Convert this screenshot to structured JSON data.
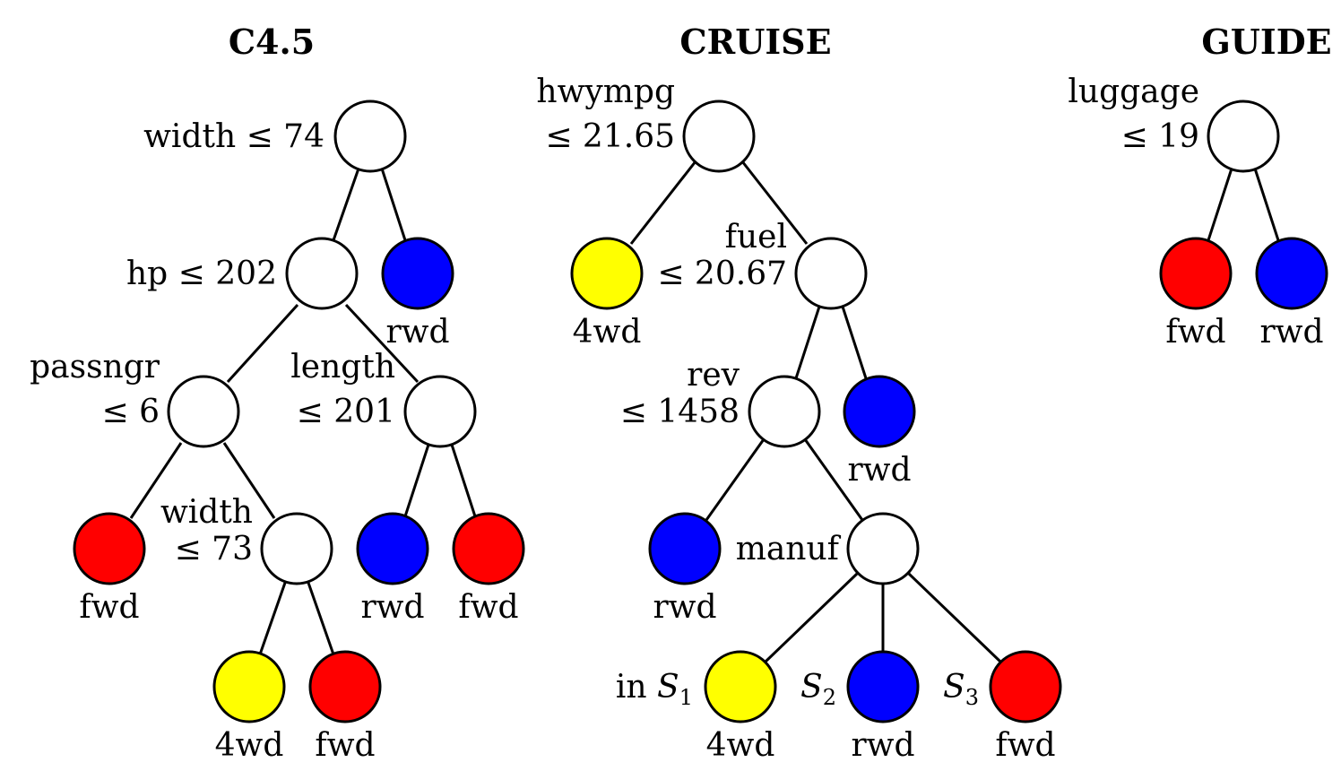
{
  "colors": {
    "fwd": "#ff0000",
    "rwd": "#0000ff",
    "4wd": "#ffff00",
    "split": "#ffffff"
  },
  "trees": {
    "c45": {
      "title": "C4.5",
      "splits": {
        "root": {
          "line1": "width ≤ 74"
        },
        "hp": {
          "line1": "hp ≤ 202"
        },
        "passngr": {
          "line1": "passngr",
          "line2": "≤ 6"
        },
        "length": {
          "line1": "length",
          "line2": "≤ 201"
        },
        "width73": {
          "line1": "width",
          "line2": "≤ 73"
        }
      },
      "leaves": [
        "rwd",
        "fwd",
        "rwd",
        "fwd",
        "4wd",
        "fwd"
      ]
    },
    "cruise": {
      "title": "CRUISE",
      "splits": {
        "root": {
          "line1": "hwympg",
          "line2": "≤ 21.65"
        },
        "fuel": {
          "line1": "fuel",
          "line2": "≤ 20.67"
        },
        "rev": {
          "line1": "rev",
          "line2": "≤ 1458"
        },
        "manuf": {
          "line1": "manuf"
        }
      },
      "leaves": [
        "4wd",
        "rwd",
        "rwd",
        "4wd",
        "rwd",
        "fwd"
      ],
      "set_labels": {
        "s1_prefix": "in ",
        "s1": "S",
        "s1_sub": "1",
        "s2": "S",
        "s2_sub": "2",
        "s3": "S",
        "s3_sub": "3"
      }
    },
    "guide": {
      "title": "GUIDE",
      "splits": {
        "root": {
          "line1": "luggage",
          "line2": "≤ 19"
        }
      },
      "leaves": [
        "fwd",
        "rwd"
      ]
    }
  }
}
